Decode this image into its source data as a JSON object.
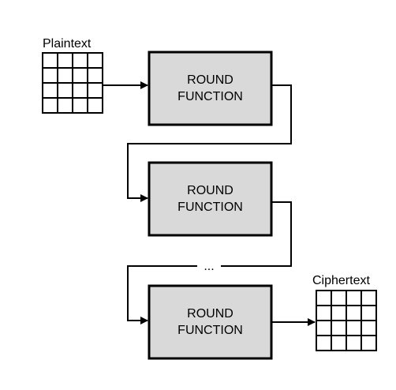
{
  "labels": {
    "plaintext": "Plaintext",
    "ciphertext": "Ciphertext",
    "ellipsis": "..."
  },
  "rounds": [
    {
      "line1": "ROUND",
      "line2": "FUNCTION"
    },
    {
      "line1": "ROUND",
      "line2": "FUNCTION"
    },
    {
      "line1": "ROUND",
      "line2": "FUNCTION"
    }
  ],
  "grid": {
    "rows": 4,
    "cols": 4
  },
  "colors": {
    "box_fill": "#d9d9d9",
    "line": "#000000",
    "background": "#ffffff"
  }
}
